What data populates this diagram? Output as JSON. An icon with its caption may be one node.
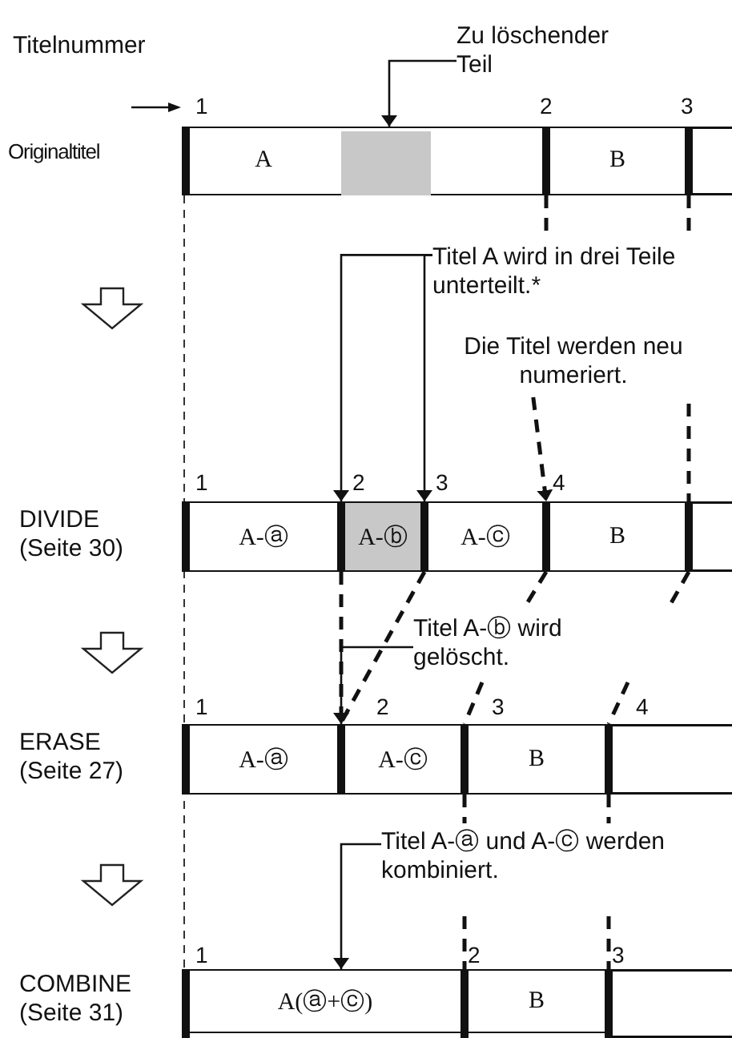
{
  "diagram": {
    "nodes": [
      {
        "text": [
          "Zu löschender Teil"
        ]
      },
      {
        "text": [
          "A"
        ]
      },
      {
        "text": [],
        "shape": "box",
        "in": 1
      },
      {
        "text": [
          "B"
        ]
      },
      {
        "text": [
          "Titel A wird in drei Teile unterteilt.*"
        ]
      },
      {
        "text": [
          "Die Titel werden neu numeriert."
        ]
      },
      {
        "text": [
          "A-ⓐ"
        ]
      },
      {
        "text": [
          "A-ⓑ"
        ]
      },
      {
        "text": [
          "A-ⓒ"
        ]
      },
      {
        "text": [
          "B"
        ]
      },
      {
        "text": [
          "Titel A-ⓑ wird gelöscht."
        ]
      },
      {
        "text": [
          "A-ⓐ"
        ]
      },
      {
        "text": [
          "A-ⓒ"
        ]
      },
      {
        "text": [
          "B"
        ]
      },
      {
        "text": [
          "Titel A-ⓐ und A-ⓒ werden kombiniert."
        ]
      },
      {
        "text": [
          "A(ⓐ+ⓒ)"
        ]
      },
      {
        "text": [
          "B"
        ]
      }
    ],
    "edges": [
      {
        "from": 0,
        "to": 2,
        "arrow": "to"
      },
      {
        "from": 4,
        "to": 7,
        "arrow": "to"
      },
      {
        "from": 4,
        "to": 8,
        "arrow": "to"
      },
      {
        "from": 5,
        "to": 9,
        "arrow": "to",
        "style": "dashed"
      },
      {
        "from": 10,
        "to": 12,
        "arrow": "to"
      },
      {
        "from": 14,
        "to": 15,
        "arrow": "to"
      }
    ],
    "labels": [
      "Titelnummer",
      "1",
      "2",
      "3",
      "Originaltitel",
      "1",
      "2",
      "3",
      "4",
      "DIVIDE (Seite 30)",
      "1",
      "2",
      "3",
      "4",
      "ERASE (Seite 27)",
      "1",
      "2",
      "3",
      "COMBINE (Seite 31)"
    ]
  }
}
